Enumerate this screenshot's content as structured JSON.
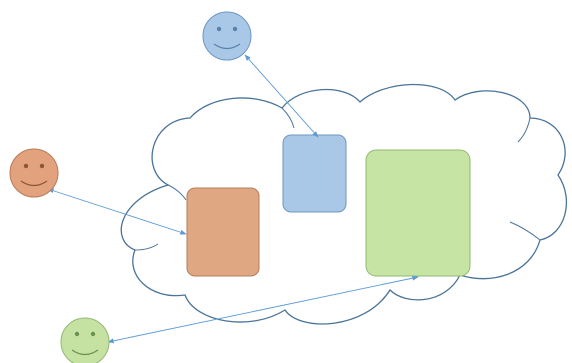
{
  "diagram": {
    "cloud": {
      "stroke": "#4a7399",
      "fill": "#ffffff"
    },
    "arrow_color": "#5b9bd5",
    "users": [
      {
        "id": "blue",
        "fill": "#a9c8e8",
        "stroke": "#6f96c1",
        "feature": "#5a82a8"
      },
      {
        "id": "orange",
        "fill": "#e3a27e",
        "stroke": "#b97a58",
        "feature": "#8a5538"
      },
      {
        "id": "green",
        "fill": "#c6e2a3",
        "stroke": "#94b875",
        "feature": "#6a9050"
      }
    ],
    "boxes": [
      {
        "id": "blue",
        "fill": "#a9c8e8",
        "stroke": "#6f96c1"
      },
      {
        "id": "orange",
        "fill": "#e0a882",
        "stroke": "#b47e5b"
      },
      {
        "id": "green",
        "fill": "#c6e4a3",
        "stroke": "#93b973"
      }
    ]
  }
}
